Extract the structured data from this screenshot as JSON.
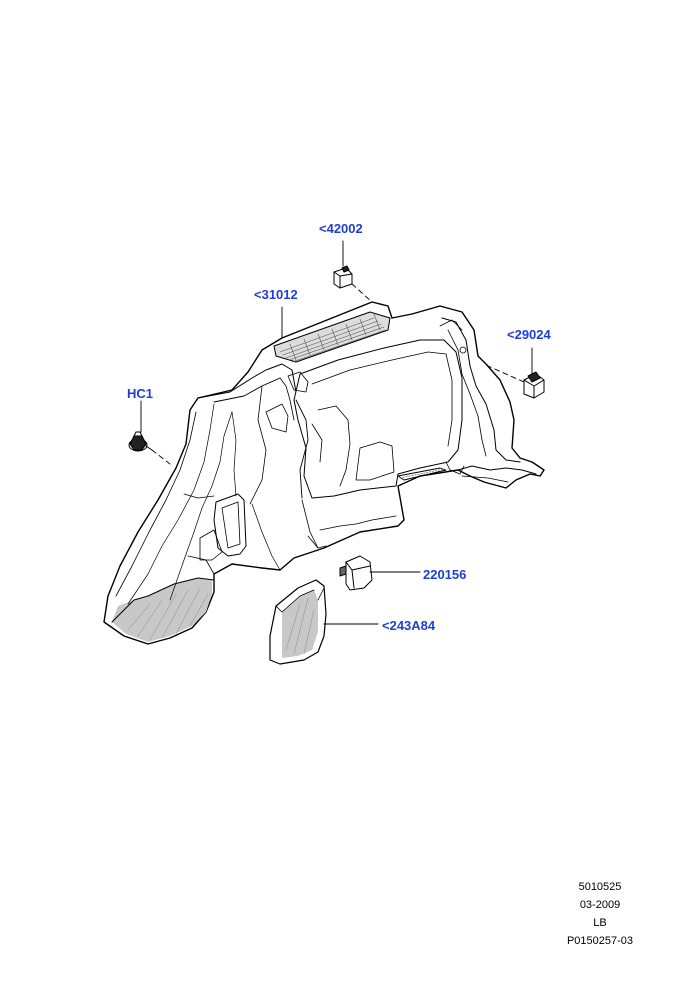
{
  "callouts": {
    "part_42002": "<42002",
    "part_31012": "<31012",
    "part_29024": "<29024",
    "part_hc1": "HC1",
    "part_220156": "220156",
    "part_243a84": "<243A84"
  },
  "footer": {
    "ref_number": "5010525",
    "date": "03-2009",
    "region": "LB",
    "illustration_id": "P0150257-03"
  },
  "colors": {
    "callout_text": "#1f3fd6",
    "line_art": "#000000",
    "shade": "#bdbdbd"
  }
}
